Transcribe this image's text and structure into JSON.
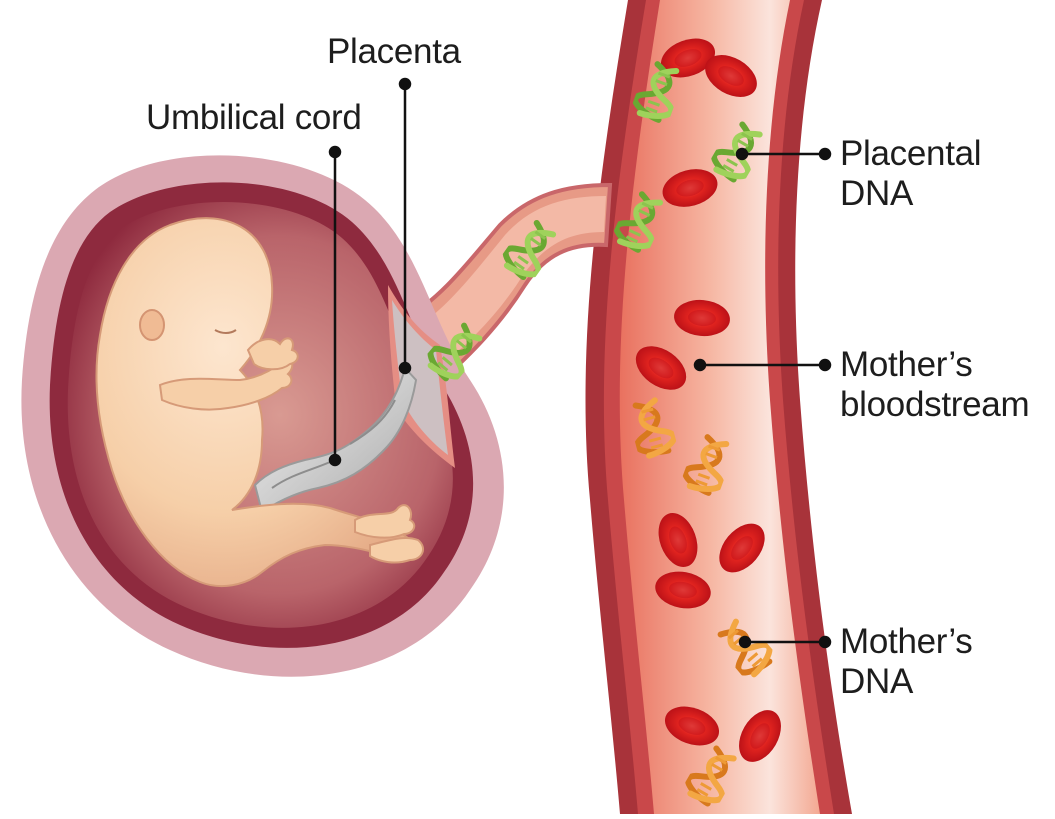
{
  "labels": {
    "placenta": "Placenta",
    "umbilical_cord": "Umbilical cord",
    "placental_dna": [
      "Placental",
      "DNA"
    ],
    "mothers_bloodstream": [
      "Mother’s",
      "bloodstream"
    ],
    "mothers_dna": [
      "Mother’s",
      "DNA"
    ]
  },
  "colors": {
    "fetal_dna": "#7fbf3f",
    "maternal_dna": "#e8902a",
    "red_blood_cell": "#d8141b",
    "vessel_wall": "#a8333a",
    "vessel_lumen": "#f2a08c",
    "uterus_outer": "#d9a4b0",
    "amniotic_sac": "#8e2a3e",
    "fetus_skin": "#f4c9a0",
    "umbilical_cord": "#c9c9c9",
    "leader_line": "#111111"
  },
  "icons": [
    "fetus-illustration",
    "red-blood-cell-icon",
    "dna-helix-icon"
  ]
}
